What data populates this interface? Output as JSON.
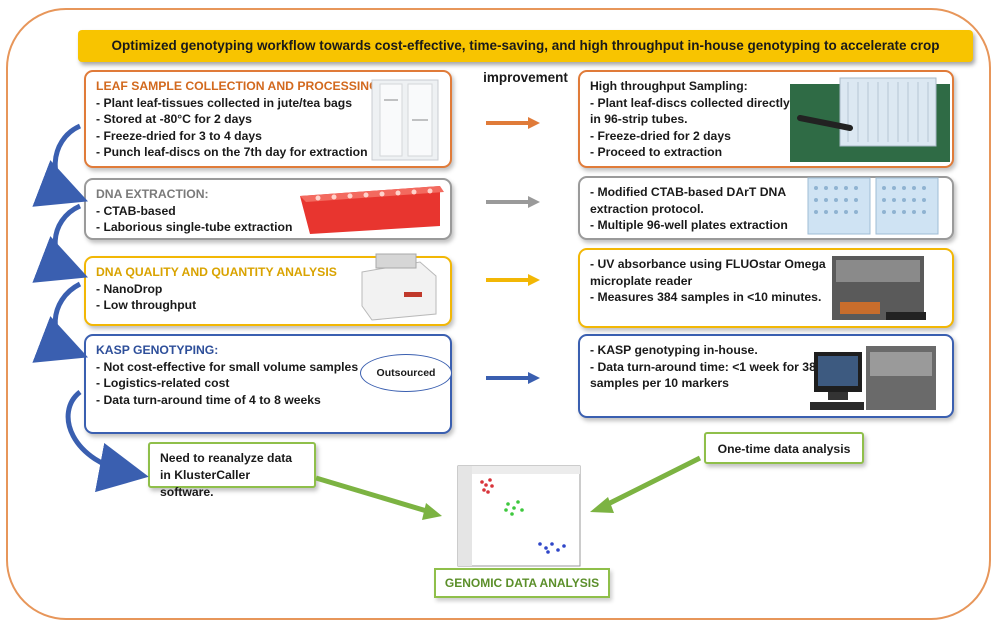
{
  "banner": "Optimized genotyping workflow towards cost-effective, time-saving, and high throughput in-house genotyping to accelerate crop improvement",
  "left": [
    {
      "title": "LEAF SAMPLE COLLECTION AND PROCESSING:",
      "items": [
        "Plant leaf-tissues collected in jute/tea bags",
        "Stored at -80°C for 2 days",
        "Freeze-dried for 3 to 4 days",
        "Punch leaf-discs on the 7th day for extraction"
      ]
    },
    {
      "title": "DNA EXTRACTION:",
      "items": [
        "CTAB-based",
        "Laborious single-tube extraction"
      ]
    },
    {
      "title": "DNA QUALITY AND QUANTITY ANALYSIS",
      "items": [
        "NanoDrop",
        "Low throughput"
      ]
    },
    {
      "title": "KASP GENOTYPING:",
      "items": [
        "Not cost-effective for small volume samples",
        "Logistics-related cost",
        "Data turn-around time of 4 to 8 weeks"
      ]
    }
  ],
  "right": [
    {
      "title": "High throughput Sampling:",
      "items": [
        "Plant leaf-discs collected directly in 96-strip tubes.",
        "Freeze-dried for 2 days",
        "Proceed to extraction"
      ]
    },
    {
      "items": [
        "Modified CTAB-based DArT DNA extraction protocol.",
        "Multiple 96-well plates extraction"
      ]
    },
    {
      "items": [
        "UV absorbance using FLUOstar Omega microplate reader",
        "Measures 384 samples in <10 minutes."
      ]
    },
    {
      "items": [
        "KASP genotyping in-house.",
        "Data turn-around time: <1 week for 384 samples per 10 markers"
      ]
    }
  ],
  "outsourced": "Outsourced",
  "reanalyze": "Need to reanalyze data in KlusterCaller software.",
  "onetime": "One-time data analysis",
  "genomic": "GENOMIC DATA ANALYSIS",
  "colors": {
    "orange": "#e07b39",
    "grey": "#9a9a9a",
    "gold": "#f2b705",
    "blue": "#3a5fb0",
    "green": "#7cb342"
  }
}
